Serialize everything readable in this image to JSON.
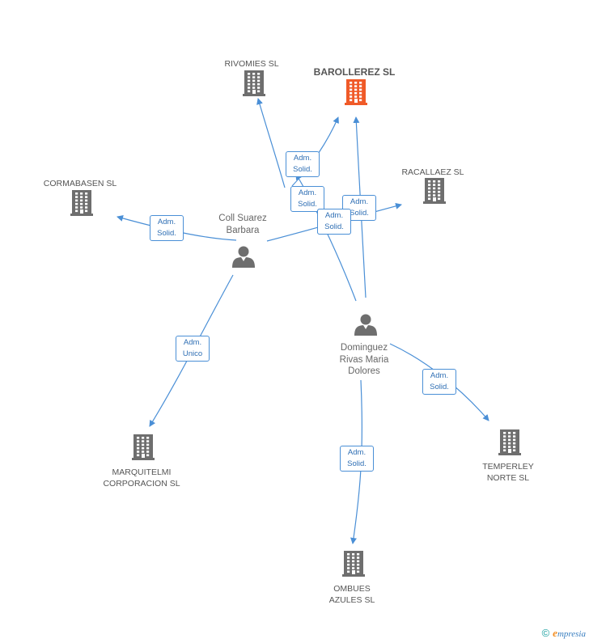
{
  "colors": {
    "edge": "#4a8fd6",
    "building": "#6e6e6e",
    "focus_building": "#f05a28",
    "person": "#6e6e6e"
  },
  "companies": [
    {
      "id": "rivomies",
      "label": "RIVOMIES SL",
      "focus": false
    },
    {
      "id": "barollerez",
      "label": "BAROLLEREZ SL",
      "focus": true
    },
    {
      "id": "racallaez",
      "label": "RACALLAEZ SL",
      "focus": false
    },
    {
      "id": "cormabasen",
      "label": "CORMABASEN SL",
      "focus": false
    },
    {
      "id": "marquitelmi",
      "label": "MARQUITELMI\nCORPORACION SL",
      "focus": false
    },
    {
      "id": "temperley",
      "label": "TEMPERLEY\nNORTE SL",
      "focus": false
    },
    {
      "id": "ombues",
      "label": "OMBUES\nAZULES SL",
      "focus": false
    }
  ],
  "persons": [
    {
      "id": "coll",
      "label": "Coll Suarez\nBarbara"
    },
    {
      "id": "dominguez",
      "label": "Dominguez\nRivas Maria\nDolores"
    }
  ],
  "edges": [
    {
      "from": "coll",
      "to": "rivomies",
      "label": "Adm.\nSolid."
    },
    {
      "from": "coll",
      "to": "barollerez",
      "label": "Adm.\nSolid."
    },
    {
      "from": "coll",
      "to": "racallaez",
      "label": "Adm.\nSolid."
    },
    {
      "from": "coll",
      "to": "cormabasen",
      "label": "Adm.\nSolid."
    },
    {
      "from": "coll",
      "to": "marquitelmi",
      "label": "Adm.\nUnico"
    },
    {
      "from": "dominguez",
      "to": "barollerez",
      "label": "Adm.\nSolid."
    },
    {
      "from": "dominguez",
      "to": "rivomies",
      "label": "Adm.\nSolid."
    },
    {
      "from": "dominguez",
      "to": "temperley",
      "label": "Adm.\nSolid."
    },
    {
      "from": "dominguez",
      "to": "ombues",
      "label": "Adm.\nSolid."
    }
  ],
  "footer": {
    "copyright": "©",
    "brand_initial": "e",
    "brand_rest": "mpresia"
  }
}
